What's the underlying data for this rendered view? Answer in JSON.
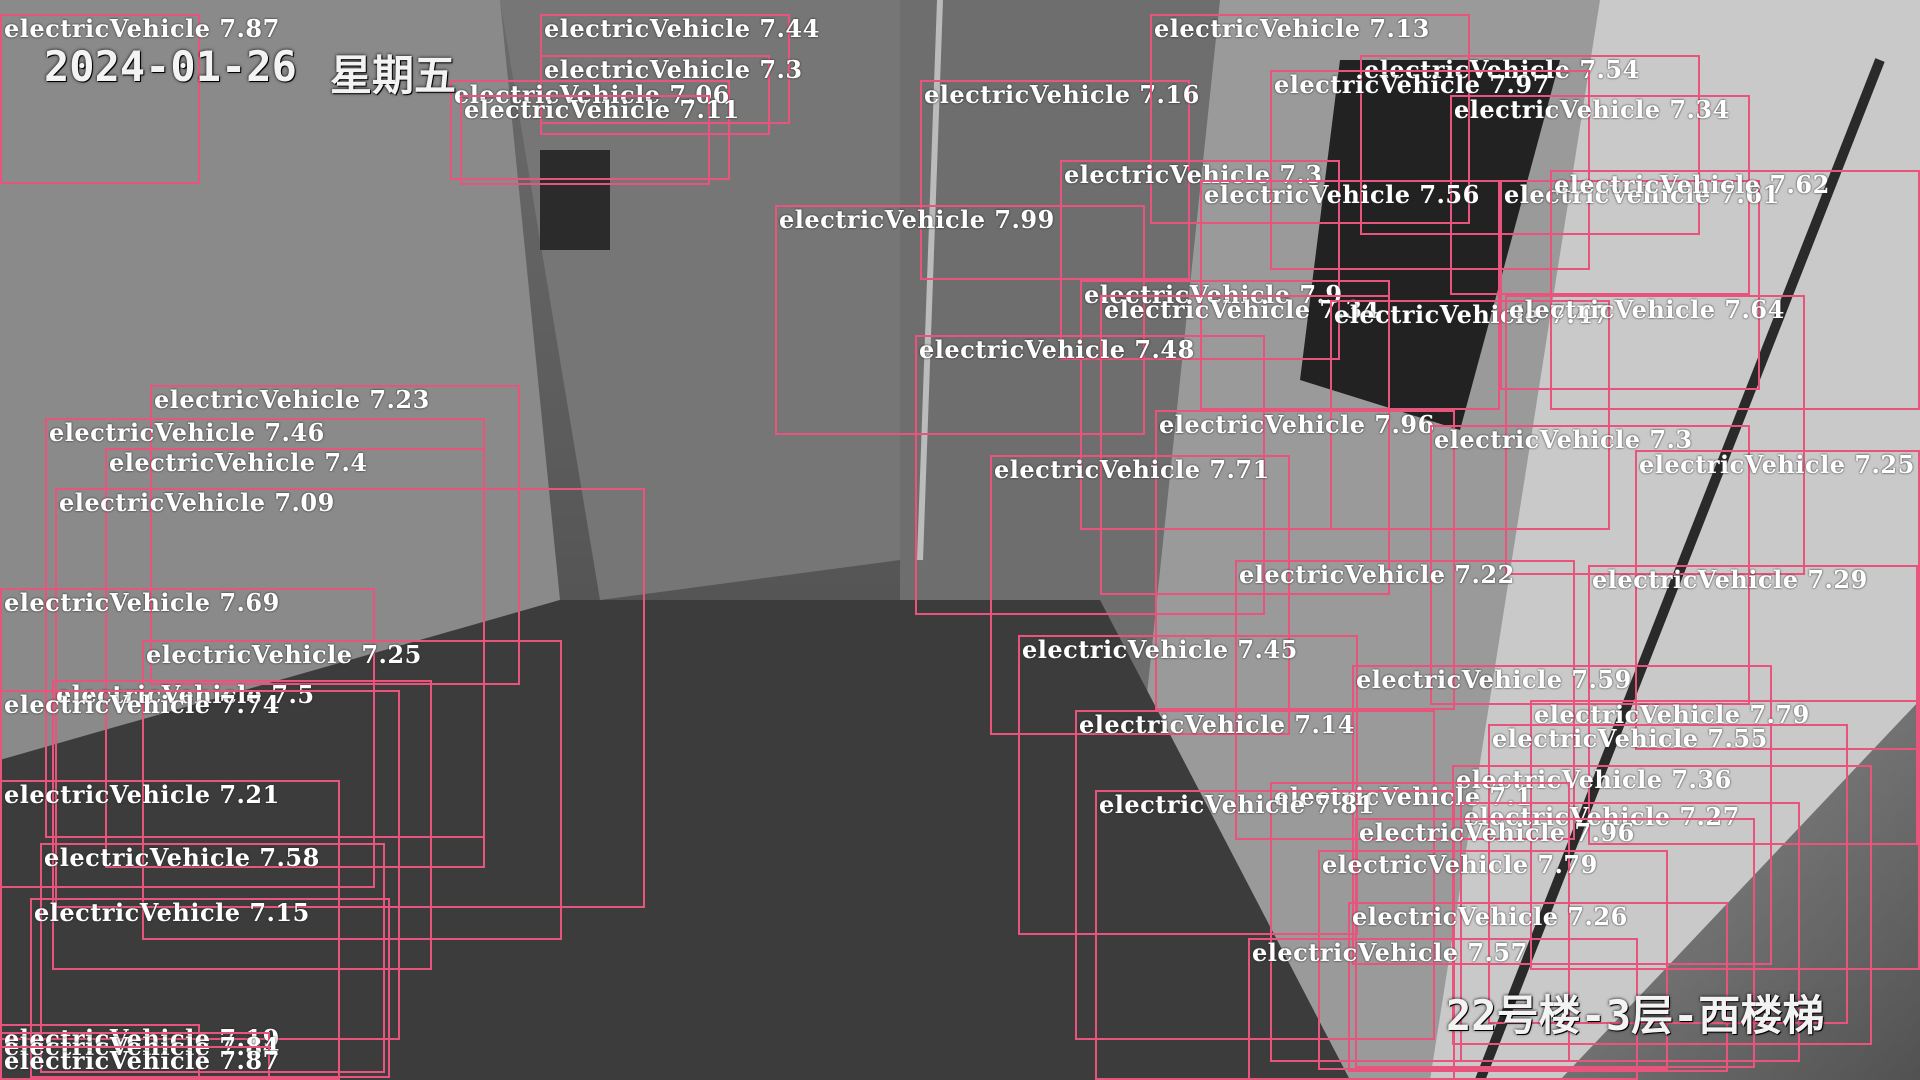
{
  "osd": {
    "date": "2024-01-26",
    "weekday": "星期五",
    "location": "22号楼-3层-西楼梯"
  },
  "detections": [
    {
      "label": "electricVehicle",
      "score": "7.87"
    },
    {
      "label": "electricVehicle",
      "score": "7.44"
    },
    {
      "label": "electricVehicle",
      "score": "7.3"
    },
    {
      "label": "electricVehicle",
      "score": "7.06"
    },
    {
      "label": "electricVehicle",
      "score": "7.11"
    },
    {
      "label": "electricVehicle",
      "score": "7.16"
    },
    {
      "label": "electricVehicle",
      "score": "7.13"
    },
    {
      "label": "electricVehicle",
      "score": "7.54"
    },
    {
      "label": "electricVehicle",
      "score": "7.97"
    },
    {
      "label": "electricVehicle",
      "score": "7.34"
    },
    {
      "label": "electricVehicle",
      "score": "7.3"
    },
    {
      "label": "electricVehicle",
      "score": "7.56"
    },
    {
      "label": "electricVehicle",
      "score": "7.61"
    },
    {
      "label": "electricVehicle",
      "score": "7.62"
    },
    {
      "label": "electricVehicle",
      "score": "7.99"
    },
    {
      "label": "electricVehicle",
      "score": "7.9"
    },
    {
      "label": "electricVehicle",
      "score": "7.34"
    },
    {
      "label": "electricVehicle",
      "score": "7.47"
    },
    {
      "label": "electricVehicle",
      "score": "7.64"
    },
    {
      "label": "electricVehicle",
      "score": "7.48"
    },
    {
      "label": "electricVehicle",
      "score": "7.23"
    },
    {
      "label": "electricVehicle",
      "score": "7.46"
    },
    {
      "label": "electricVehicle",
      "score": "7.4"
    },
    {
      "label": "electricVehicle",
      "score": "7.96"
    },
    {
      "label": "electricVehicle",
      "score": "7.3"
    },
    {
      "label": "electricVehicle",
      "score": "7.25"
    },
    {
      "label": "electricVehicle",
      "score": "7.09"
    },
    {
      "label": "electricVehicle",
      "score": "7.71"
    },
    {
      "label": "electricVehicle",
      "score": "7.22"
    },
    {
      "label": "electricVehicle",
      "score": "7.29"
    },
    {
      "label": "electricVehicle",
      "score": "7.69"
    },
    {
      "label": "electricVehicle",
      "score": "7.25"
    },
    {
      "label": "electricVehicle",
      "score": "7.45"
    },
    {
      "label": "electricVehicle",
      "score": "7.59"
    },
    {
      "label": "electricVehicle",
      "score": "7.5"
    },
    {
      "label": "electricVehicle",
      "score": "7.74"
    },
    {
      "label": "electricVehicle",
      "score": "7.14"
    },
    {
      "label": "electricVehicle",
      "score": "7.79"
    },
    {
      "label": "electricVehicle",
      "score": "7.55"
    },
    {
      "label": "electricVehicle",
      "score": "7.36"
    },
    {
      "label": "electricVehicle",
      "score": "7.21"
    },
    {
      "label": "electricVehicle",
      "score": "7.1"
    },
    {
      "label": "electricVehicle",
      "score": "7.81"
    },
    {
      "label": "electricVehicle",
      "score": "7.27"
    },
    {
      "label": "electricVehicle",
      "score": "7.96"
    },
    {
      "label": "electricVehicle",
      "score": "7.58"
    },
    {
      "label": "electricVehicle",
      "score": "7.79"
    },
    {
      "label": "electricVehicle",
      "score": "7.15"
    },
    {
      "label": "electricVehicle",
      "score": "7.26"
    },
    {
      "label": "electricVehicle",
      "score": "7.57"
    },
    {
      "label": "electricVehicle",
      "score": "7.19"
    },
    {
      "label": "electricVehicle",
      "score": "7.84"
    },
    {
      "label": "electricVehicle",
      "score": "7.87"
    }
  ]
}
